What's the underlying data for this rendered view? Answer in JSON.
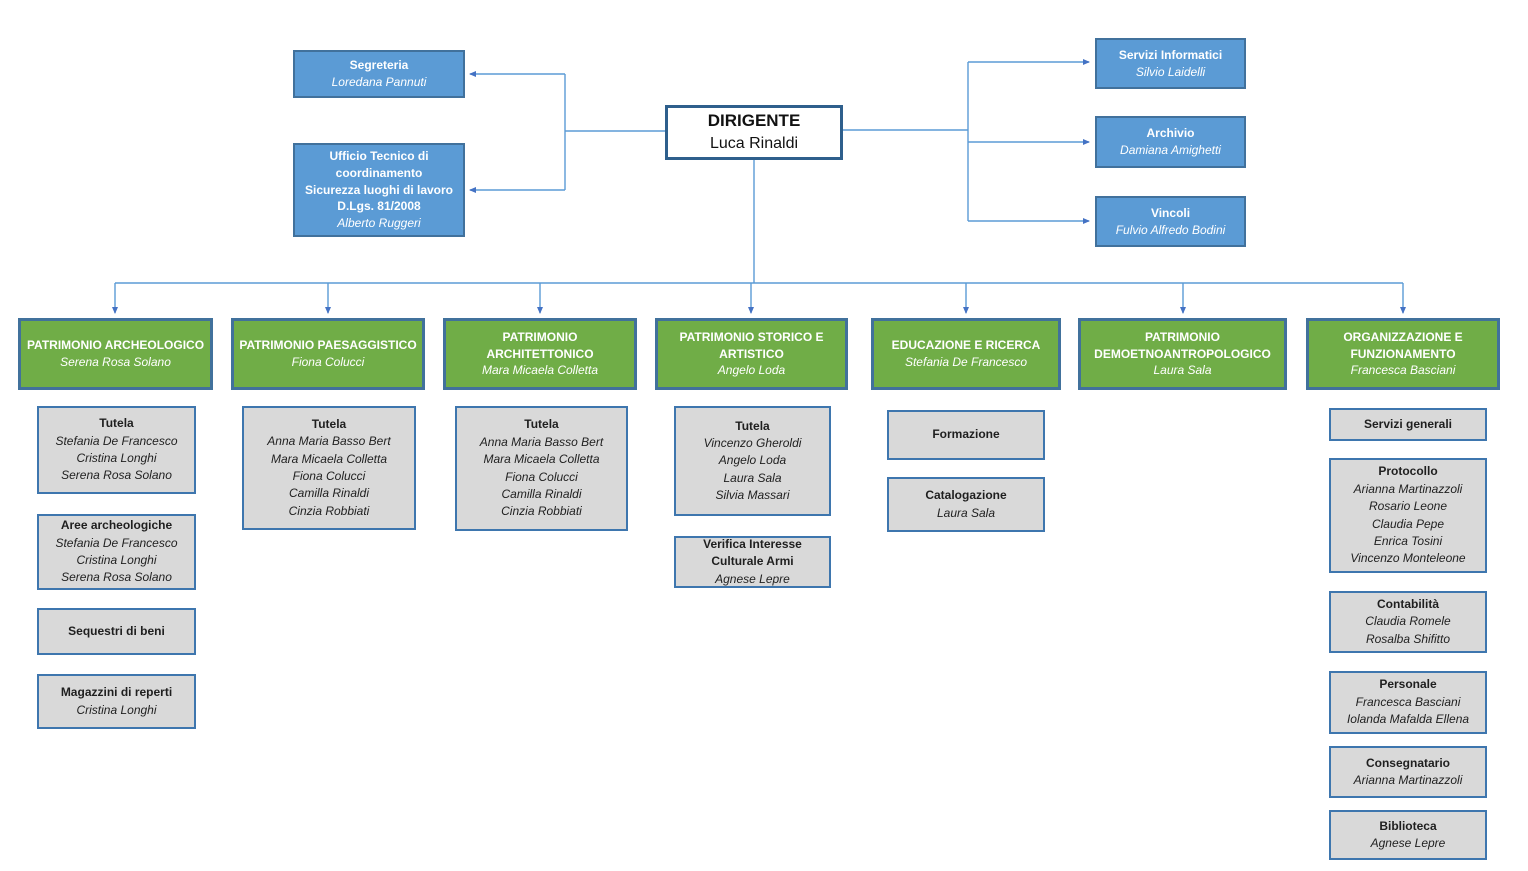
{
  "colors": {
    "node_blue_fill": "#5B9BD5",
    "node_blue_border": "#41719C",
    "node_green_fill": "#70AD47",
    "node_green_border": "#41719C",
    "node_gray_fill": "#D9D9D9",
    "node_gray_border": "#3E76AE",
    "root_border": "#2E5F8C",
    "connector": "#5B9BD5",
    "arrowhead": "#4472C4"
  },
  "root": {
    "title": "DIRIGENTE",
    "person": "Luca Rinaldi"
  },
  "staff_left": [
    {
      "title_lines": [
        "Segreteria"
      ],
      "person": "Loredana Pannuti"
    },
    {
      "title_lines": [
        "Ufficio Tecnico di coordinamento",
        "Sicurezza  luoghi di lavoro",
        "D.Lgs. 81/2008"
      ],
      "person": "Alberto Ruggeri"
    }
  ],
  "staff_right": [
    {
      "title_lines": [
        "Servizi Informatici"
      ],
      "person": "Silvio Laidelli"
    },
    {
      "title_lines": [
        "Archivio"
      ],
      "person": "Damiana Amighetti"
    },
    {
      "title_lines": [
        "Vincoli"
      ],
      "person": "Fulvio Alfredo Bodini"
    }
  ],
  "columns": [
    {
      "title": "PATRIMONIO ARCHEOLOGICO",
      "person": "Serena Rosa Solano",
      "units": [
        {
          "title": "Tutela",
          "members": [
            "Stefania De Francesco",
            "Cristina Longhi",
            "Serena Rosa Solano"
          ]
        },
        {
          "title": "Aree archeologiche",
          "members": [
            "Stefania De Francesco",
            "Cristina Longhi",
            "Serena Rosa Solano"
          ]
        },
        {
          "title": "Sequestri di beni",
          "members": []
        },
        {
          "title": "Magazzini di reperti",
          "members": [
            "Cristina Longhi"
          ]
        }
      ]
    },
    {
      "title": "PATRIMONIO PAESAGGISTICO",
      "person": "Fiona Colucci",
      "units": [
        {
          "title": "Tutela",
          "members": [
            "Anna Maria Basso Bert",
            "Mara Micaela Colletta",
            "Fiona Colucci",
            "Camilla Rinaldi",
            "Cinzia Robbiati"
          ]
        }
      ]
    },
    {
      "title": "PATRIMONIO ARCHITETTONICO",
      "person": "Mara Micaela Colletta",
      "units": [
        {
          "title": "Tutela",
          "members": [
            "Anna Maria Basso Bert",
            "Mara Micaela Colletta",
            "Fiona Colucci",
            "Camilla Rinaldi",
            "Cinzia Robbiati"
          ]
        }
      ]
    },
    {
      "title": "PATRIMONIO STORICO E ARTISTICO",
      "person": "Angelo Loda",
      "units": [
        {
          "title": "Tutela",
          "members": [
            "Vincenzo Gheroldi",
            "Angelo Loda",
            "Laura Sala",
            "Silvia Massari"
          ]
        },
        {
          "title": "Verifica Interesse Culturale Armi",
          "members": [
            "Agnese Lepre"
          ]
        }
      ]
    },
    {
      "title": "EDUCAZIONE E RICERCA",
      "person": "Stefania De Francesco",
      "units": [
        {
          "title": "Formazione",
          "members": []
        },
        {
          "title": "Catalogazione",
          "members": [
            "Laura Sala"
          ]
        }
      ]
    },
    {
      "title": "PATRIMONIO DEMOETNOANTROPOLOGICO",
      "person": "Laura Sala",
      "units": []
    },
    {
      "title": "ORGANIZZAZIONE E FUNZIONAMENTO",
      "person": "Francesca Basciani",
      "units": [
        {
          "title": "Servizi generali",
          "members": []
        },
        {
          "title": "Protocollo",
          "members": [
            "Arianna Martinazzoli",
            "Rosario Leone",
            "Claudia Pepe",
            "Enrica Tosini",
            "Vincenzo Monteleone"
          ]
        },
        {
          "title": "Contabilità",
          "members": [
            "Claudia Romele",
            "Rosalba Shifitto"
          ]
        },
        {
          "title": "Personale",
          "members": [
            "Francesca Basciani",
            "Iolanda Mafalda Ellena"
          ]
        },
        {
          "title": "Consegnatario",
          "members": [
            "Arianna Martinazzoli"
          ]
        },
        {
          "title": "Biblioteca",
          "members": [
            "Agnese Lepre"
          ]
        }
      ]
    }
  ]
}
